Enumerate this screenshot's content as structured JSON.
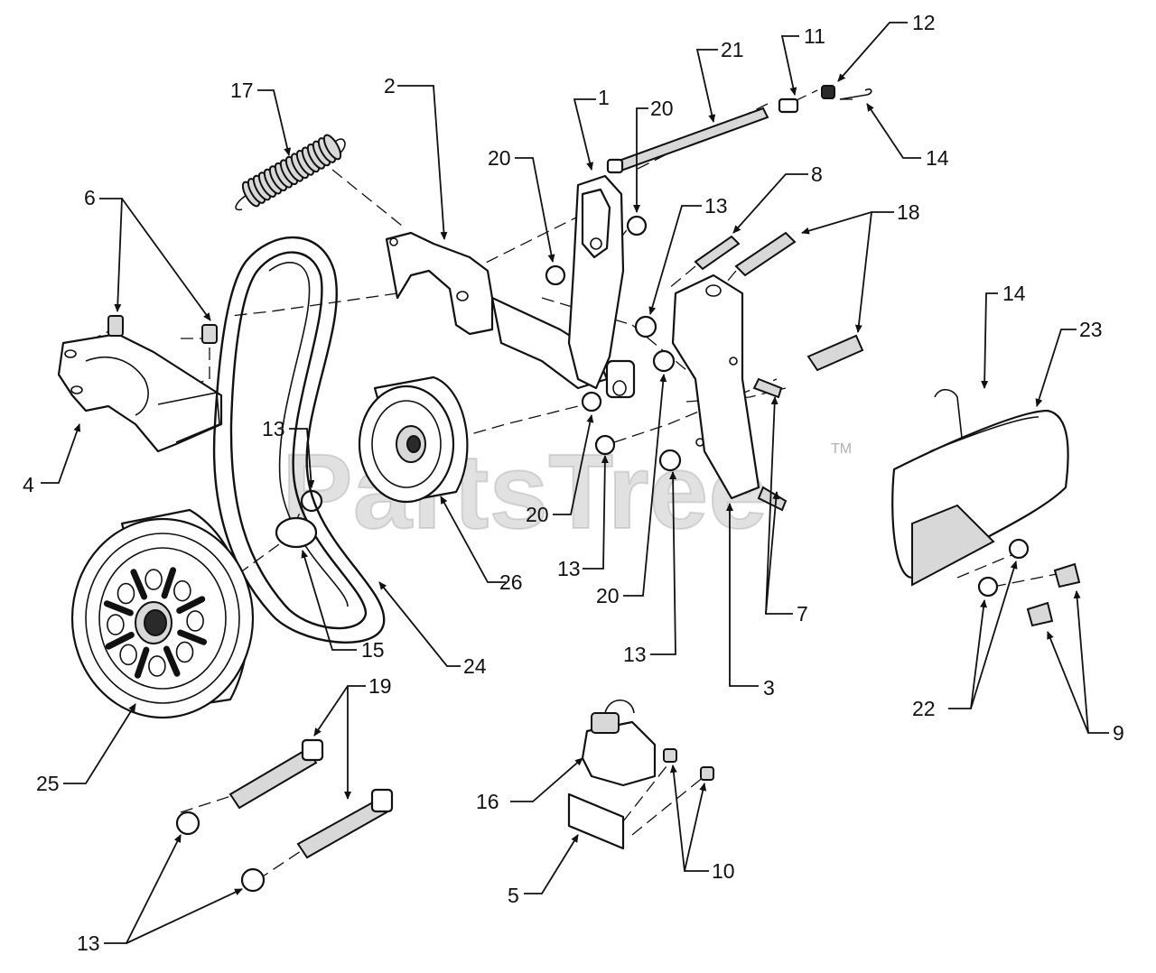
{
  "watermark": {
    "text": "PartsTree",
    "tm": "TM"
  },
  "callouts": [
    {
      "id": "c1",
      "label": "1"
    },
    {
      "id": "c2",
      "label": "2"
    },
    {
      "id": "c3",
      "label": "3"
    },
    {
      "id": "c4",
      "label": "4"
    },
    {
      "id": "c5",
      "label": "5"
    },
    {
      "id": "c6",
      "label": "6"
    },
    {
      "id": "c7",
      "label": "7"
    },
    {
      "id": "c8",
      "label": "8"
    },
    {
      "id": "c9",
      "label": "9"
    },
    {
      "id": "c10",
      "label": "10"
    },
    {
      "id": "c11",
      "label": "11"
    },
    {
      "id": "c12",
      "label": "12"
    },
    {
      "id": "c13a",
      "label": "13"
    },
    {
      "id": "c13b",
      "label": "13"
    },
    {
      "id": "c13c",
      "label": "13"
    },
    {
      "id": "c13d",
      "label": "13"
    },
    {
      "id": "c13e",
      "label": "13"
    },
    {
      "id": "c14a",
      "label": "14"
    },
    {
      "id": "c14b",
      "label": "14"
    },
    {
      "id": "c15",
      "label": "15"
    },
    {
      "id": "c16",
      "label": "16"
    },
    {
      "id": "c17",
      "label": "17"
    },
    {
      "id": "c18",
      "label": "18"
    },
    {
      "id": "c19",
      "label": "19"
    },
    {
      "id": "c20a",
      "label": "20"
    },
    {
      "id": "c20b",
      "label": "20"
    },
    {
      "id": "c20c",
      "label": "20"
    },
    {
      "id": "c20d",
      "label": "20"
    },
    {
      "id": "c21",
      "label": "21"
    },
    {
      "id": "c22",
      "label": "22"
    },
    {
      "id": "c23",
      "label": "23"
    },
    {
      "id": "c24",
      "label": "24"
    },
    {
      "id": "c25",
      "label": "25"
    },
    {
      "id": "c26",
      "label": "26"
    }
  ]
}
